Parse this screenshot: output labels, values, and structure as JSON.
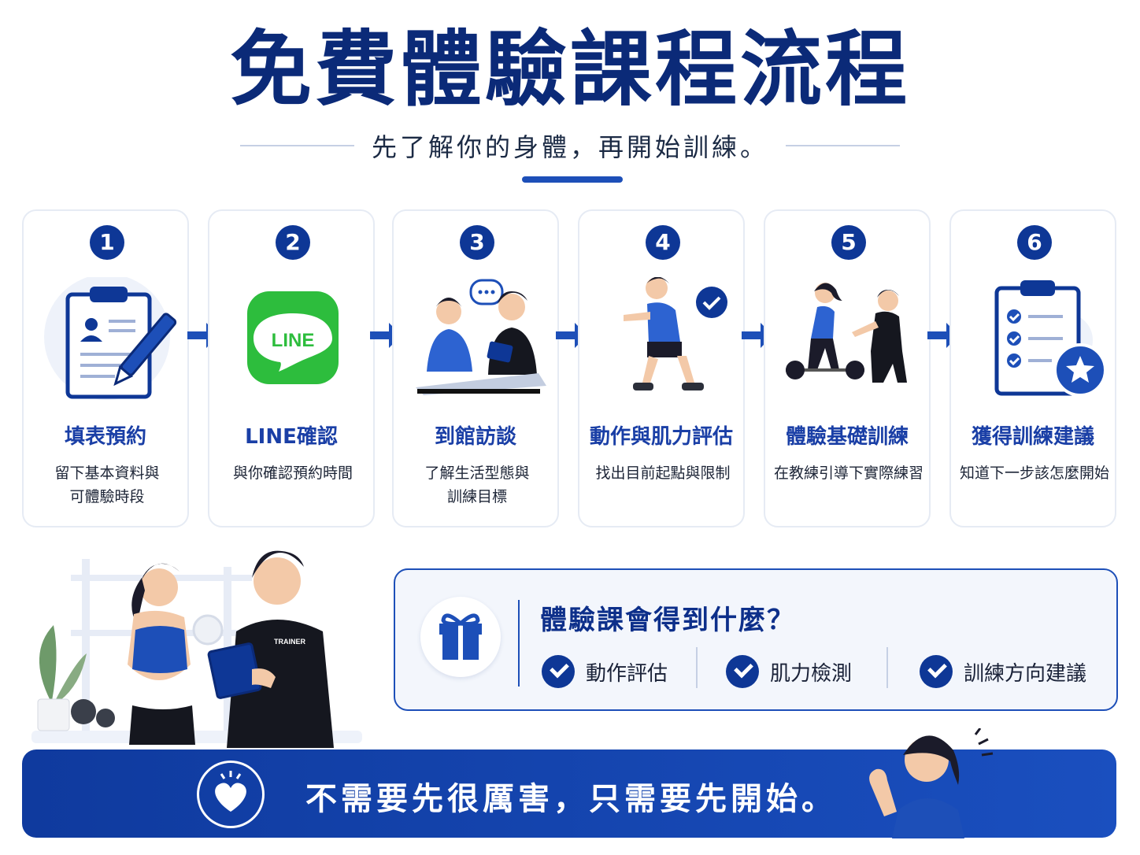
{
  "header": {
    "title": "免費體驗課程流程",
    "subtitle": "先了解你的身體，再開始訓練。"
  },
  "colors": {
    "primary": "#0e3796",
    "accent": "#1d4fb8",
    "line_green": "#2dbd3d"
  },
  "steps": [
    {
      "num": "1",
      "title": "填表預約",
      "desc": "留下基本資料與\n可體驗時段",
      "icon": "clipboard-form-icon"
    },
    {
      "num": "2",
      "title": "LINE確認",
      "desc": "與你確認預約時間",
      "icon": "line-app-icon",
      "icon_text": "LINE"
    },
    {
      "num": "3",
      "title": "到館訪談",
      "desc": "了解生活型態與\n訓練目標",
      "icon": "consultation-icon"
    },
    {
      "num": "4",
      "title": "動作與肌力評估",
      "desc": "找出目前起點與限制",
      "icon": "squat-assessment-icon"
    },
    {
      "num": "5",
      "title": "體驗基礎訓練",
      "desc": "在教練引導下實際練習",
      "icon": "coached-training-icon"
    },
    {
      "num": "6",
      "title": "獲得訓練建議",
      "desc": "知道下一步該怎麼開始",
      "icon": "checklist-star-icon"
    }
  ],
  "hero": {
    "trainer_label": "TRAINER"
  },
  "benefits": {
    "title": "體驗課會得到什麼？",
    "items": [
      "動作評估",
      "肌力檢測",
      "訓練方向建議"
    ]
  },
  "banner": {
    "text": "不需要先很厲害，只需要先開始。"
  }
}
